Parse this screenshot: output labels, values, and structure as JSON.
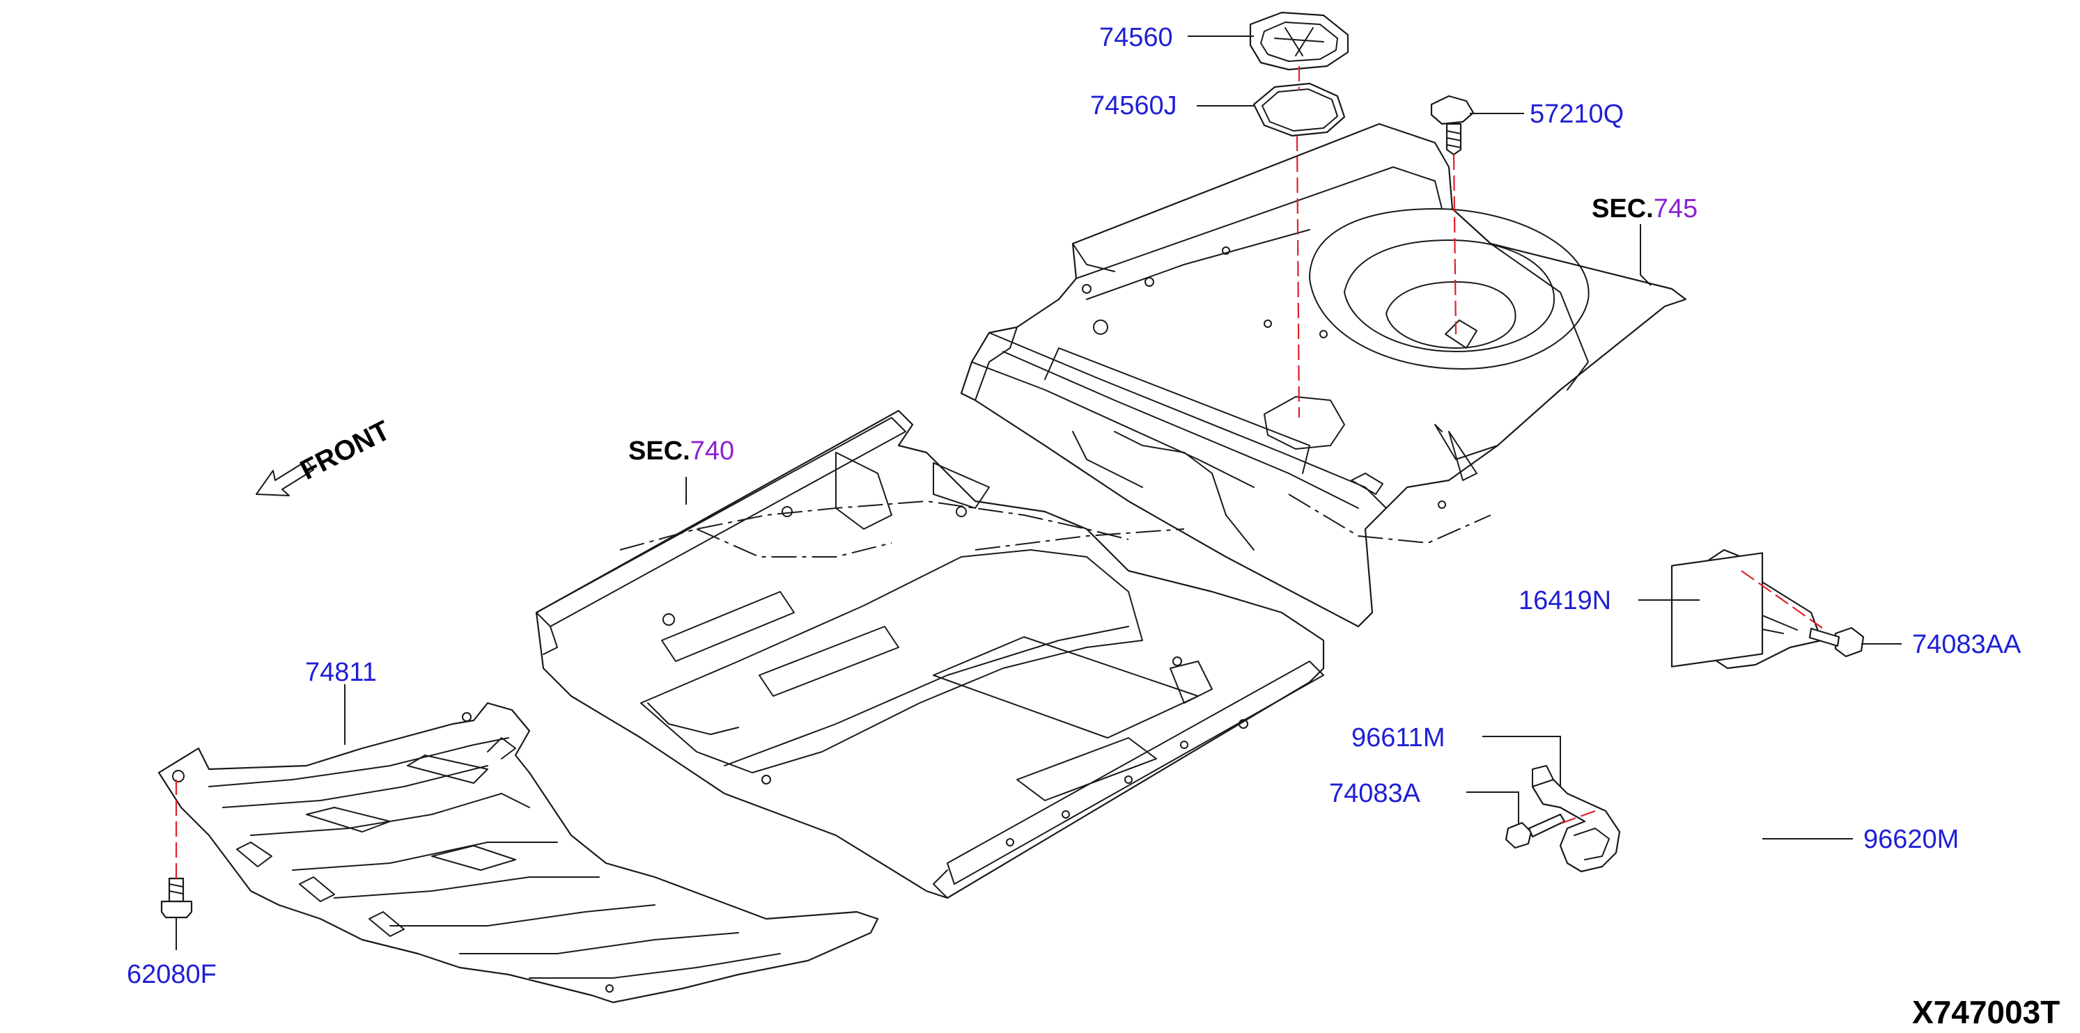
{
  "labels": {
    "p74560": "74560",
    "p74560J": "74560J",
    "p57210Q": "57210Q",
    "p16419N": "16419N",
    "p74083AA": "74083AA",
    "p96611M": "96611M",
    "p74083A": "74083A",
    "p96620M": "96620M",
    "p74811": "74811",
    "p62080F": "62080F"
  },
  "sections": {
    "sec745": {
      "prefix": "SEC.",
      "number": "745"
    },
    "sec740": {
      "prefix": "SEC.",
      "number": "740"
    }
  },
  "front_label": "FRONT",
  "diagram_code": "X747003T",
  "colors": {
    "part_number": "#1f1fd6",
    "section_number": "#8a22d0",
    "centerline": "#e0202a",
    "line": "#1a1a1a"
  }
}
